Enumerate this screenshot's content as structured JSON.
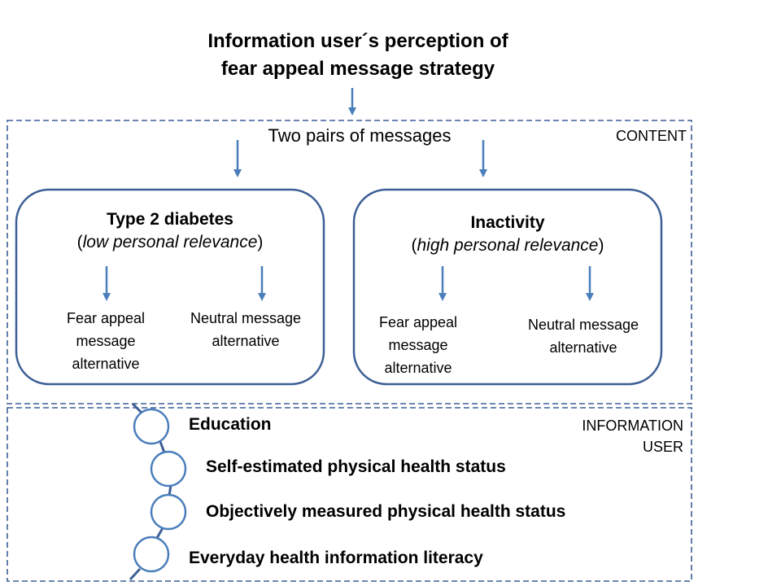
{
  "title_line1": "Information user´s perception of",
  "title_line2": "fear appeal message strategy",
  "subtitle": "Two pairs of messages",
  "content_label": "CONTENT",
  "info_label_line1": "INFORMATION",
  "info_label_line2": "USER",
  "boxes": [
    {
      "title": "Type 2 diabetes",
      "relevance": "low personal relevance",
      "alt_left": [
        "Fear appeal",
        "message",
        "alternative"
      ],
      "alt_right": [
        "Neutral message",
        "alternative"
      ]
    },
    {
      "title": "Inactivity",
      "relevance": "high personal relevance",
      "alt_left": [
        "Fear appeal",
        "message",
        "alternative"
      ],
      "alt_right": [
        "Neutral message",
        "alternative"
      ]
    }
  ],
  "factors": [
    "Education",
    "Self-estimated physical health status",
    "Objectively measured physical health status",
    "Everyday health information literacy"
  ],
  "colors": {
    "arrow": "#4a7ebb",
    "box_border": "#3d5f95",
    "dashed_border": "#3d5f95",
    "circle_border": "#4a7ebb"
  }
}
